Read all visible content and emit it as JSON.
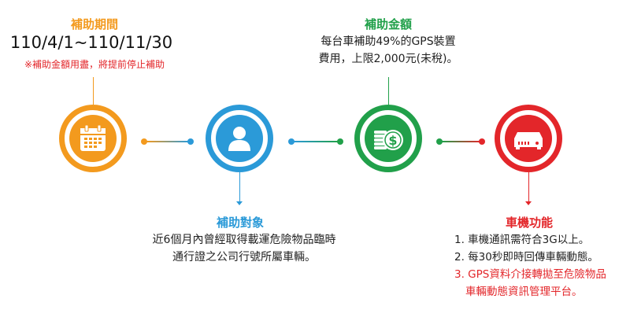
{
  "colors": {
    "orange": "#f39a1e",
    "blue": "#2b9ad8",
    "green": "#21a04a",
    "red": "#e3262a"
  },
  "period": {
    "title": "補助期間",
    "dates": "110/4/1~110/11/30",
    "note": "※補助金額用盡，將提前停止補助",
    "icon": "calendar-icon"
  },
  "target": {
    "title": "補助對象",
    "lines": [
      "近6個月內曾經取得載運危險物品臨時",
      "通行證之公司行號所屬車輛。"
    ],
    "icon": "person-icon"
  },
  "amount": {
    "title": "補助金額",
    "lines": [
      "每台車補助49%的GPS裝置",
      "費用，上限2,000元(未稅)。"
    ],
    "icon": "coins-dollar-icon"
  },
  "function": {
    "title": "車機功能",
    "items": [
      "1. 車機通訊需符合3G以上。",
      "2. 每30秒即時回傳車輛動態。",
      "3. GPS資料介接轉拋至危險物品",
      "車輛動態資訊管理平台。"
    ],
    "icon": "gps-device-icon"
  }
}
